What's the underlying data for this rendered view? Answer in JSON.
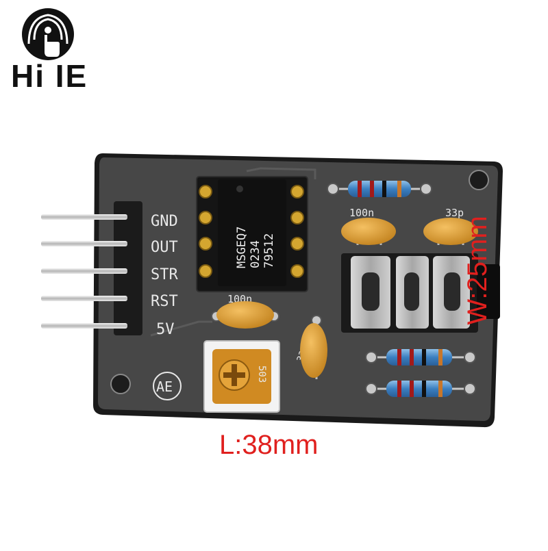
{
  "logo": {
    "text": "Hi IE",
    "icon": "touch-signal-icon"
  },
  "dimensions": {
    "length": "L:38mm",
    "width": "W:25mm"
  },
  "board": {
    "pin_labels": [
      "GND",
      "OUT",
      "STR",
      "RST",
      "5V"
    ],
    "chip_lines": [
      "MSGEQ7",
      "0234",
      "79512"
    ],
    "cap_labels": [
      "100n",
      "33p",
      "100n",
      "33n"
    ],
    "trimmer_label": "503",
    "brand_mark": "AE"
  },
  "colors": {
    "board": "#474747",
    "dimension_text": "#e0201e",
    "pcb_edge": "#1a1a1a"
  }
}
